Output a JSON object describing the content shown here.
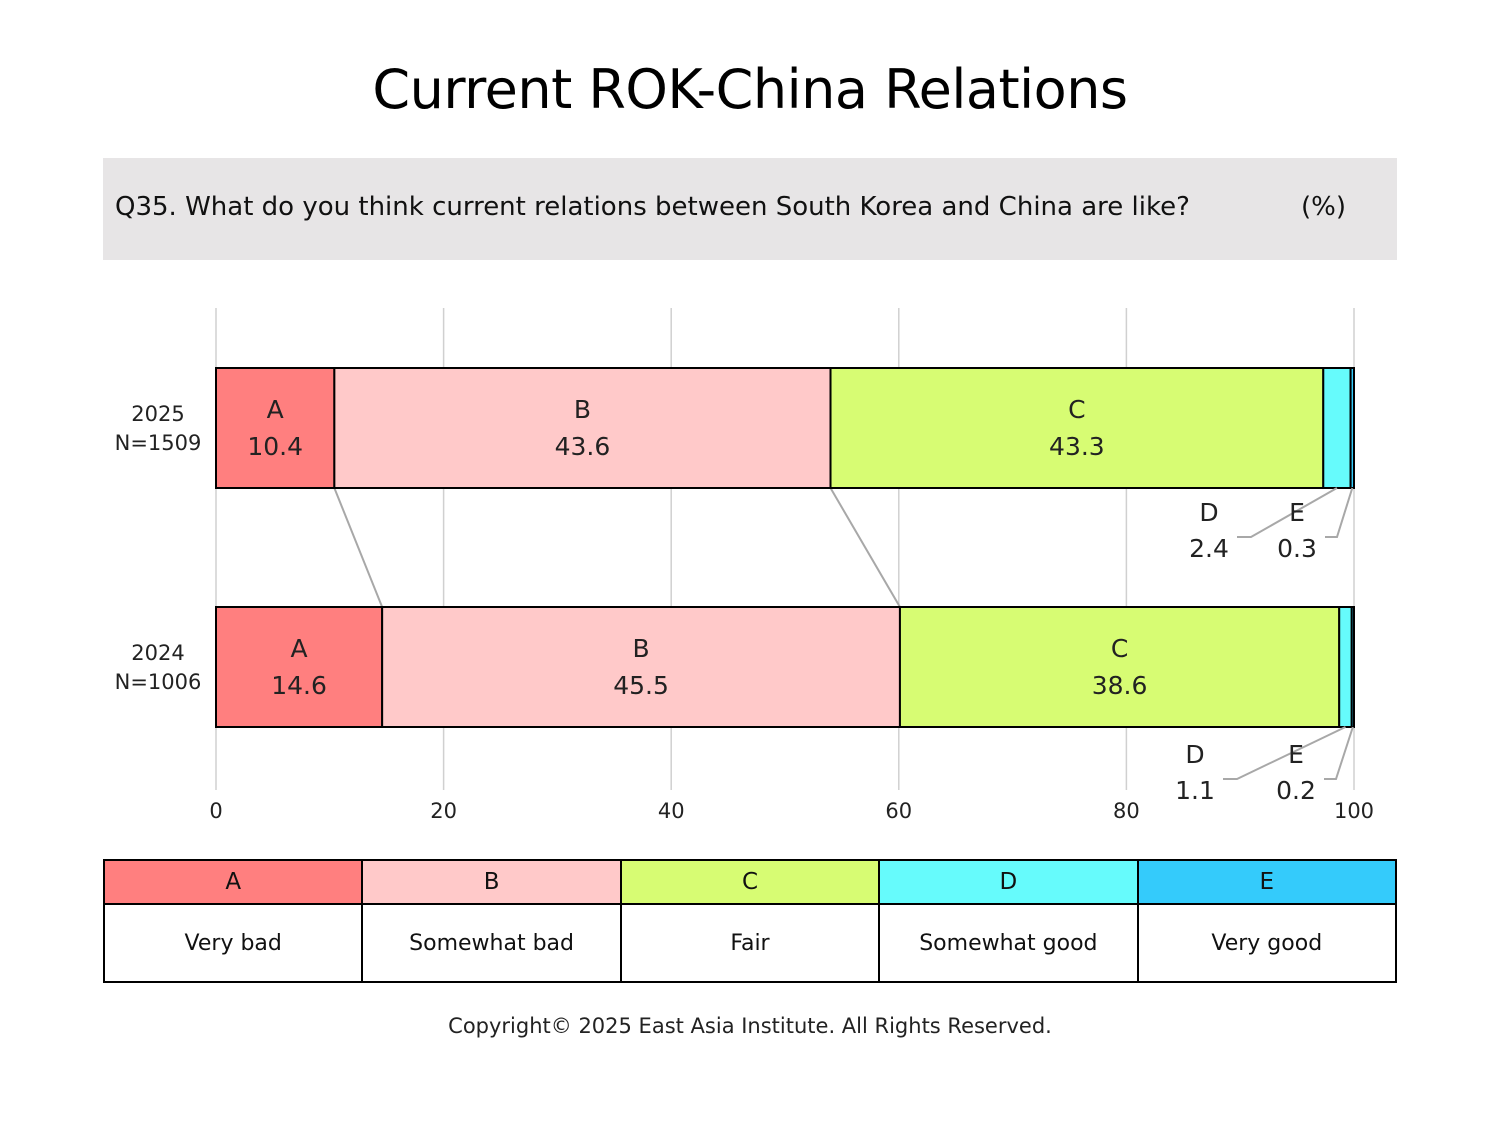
{
  "title": "Current ROK-China Relations",
  "question": "Q35. What do you think current relations between South Korea and China are like?",
  "unit": "(%)",
  "legend": [
    {
      "code": "A",
      "label": "Very bad",
      "color": "#ff7f7f"
    },
    {
      "code": "B",
      "label": "Somewhat bad",
      "color": "#ffc9c9"
    },
    {
      "code": "C",
      "label": "Fair",
      "color": "#d7fc73"
    },
    {
      "code": "D",
      "label": "Somewhat good",
      "color": "#66fbfc"
    },
    {
      "code": "E",
      "label": "Very good",
      "color": "#34cbfb"
    }
  ],
  "copyright": "Copyright© 2025 East Asia Institute. All Rights Reserved.",
  "chart_data": {
    "type": "bar",
    "orientation": "horizontal",
    "stacked": true,
    "xlim": [
      0,
      100
    ],
    "xticks": [
      0,
      20,
      40,
      60,
      80,
      100
    ],
    "grid": true,
    "categories": [
      {
        "year": "2025",
        "n": "N=1509"
      },
      {
        "year": "2024",
        "n": "N=1006"
      }
    ],
    "series": [
      {
        "name": "A",
        "values": [
          10.4,
          14.6
        ]
      },
      {
        "name": "B",
        "values": [
          43.6,
          45.5
        ]
      },
      {
        "name": "C",
        "values": [
          43.3,
          38.6
        ]
      },
      {
        "name": "D",
        "values": [
          2.4,
          1.1
        ]
      },
      {
        "name": "E",
        "values": [
          0.3,
          0.2
        ]
      }
    ],
    "value_labels": [
      [
        "10.4",
        "43.6",
        "43.3",
        "2.4",
        "0.3"
      ],
      [
        "14.6",
        "45.5",
        "38.6",
        "1.1",
        "0.2"
      ]
    ]
  }
}
